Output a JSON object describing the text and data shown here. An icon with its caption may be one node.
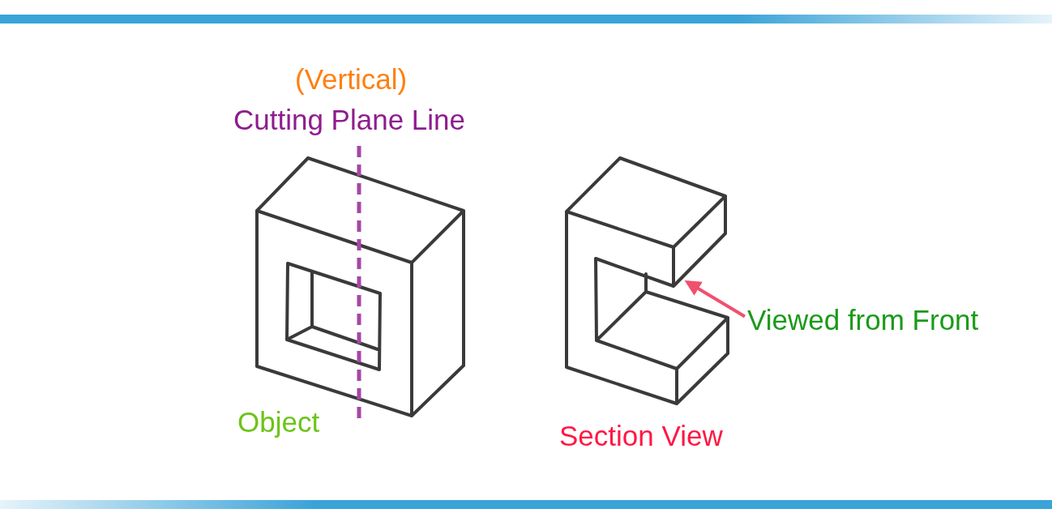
{
  "diagram": {
    "nodes": [
      {
        "text": [],
        "shape": "picture"
      },
      {
        "text": [
          "Viewed from Front"
        ]
      }
    ],
    "edges": [
      {
        "from": 1,
        "to": 0,
        "arrow": "to",
        "color": "#f0506e"
      }
    ],
    "labels": [
      "(Vertical)",
      "Cutting Plane Line",
      "Object",
      "Section View"
    ]
  }
}
